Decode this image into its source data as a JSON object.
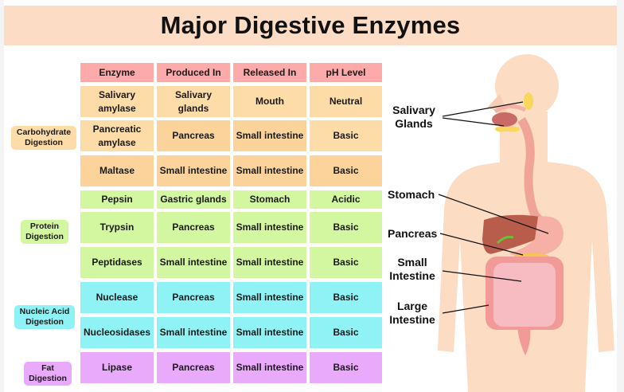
{
  "title": "Major Digestive Enzymes",
  "table": {
    "headers": [
      "Enzyme",
      "Produced In",
      "Released In",
      "pH Level"
    ],
    "rows": [
      [
        "Salivary amylase",
        "Salivary glands",
        "Mouth",
        "Neutral"
      ],
      [
        "Pancreatic amylase",
        "Pancreas",
        "Small intestine",
        "Basic"
      ],
      [
        "Maltase",
        "Small intestine",
        "Small intestine",
        "Basic"
      ],
      [
        "Pepsin",
        "Gastric glands",
        "Stomach",
        "Acidic"
      ],
      [
        "Trypsin",
        "Pancreas",
        "Small intestine",
        "Basic"
      ],
      [
        "Peptidases",
        "Small intestine",
        "Small intestine",
        "Basic"
      ],
      [
        "Nuclease",
        "Pancreas",
        "Small intestine",
        "Basic"
      ],
      [
        "Nucleosidases",
        "Small intestine",
        "Small intestine",
        "Basic"
      ],
      [
        "Lipase",
        "Pancreas",
        "Small intestine",
        "Basic"
      ]
    ]
  },
  "groups": [
    {
      "label": "Carbohydrate Digestion",
      "color": "#fddca8"
    },
    {
      "label": "Protein Digestion",
      "color": "#d3f7a0"
    },
    {
      "label": "Nucleic Acid Digestion",
      "color": "#8ff2f5"
    },
    {
      "label": "Fat Digestion",
      "color": "#eaaafb"
    }
  ],
  "organ_labels": {
    "salivary_glands": "Salivary Glands",
    "stomach": "Stomach",
    "pancreas": "Pancreas",
    "small_intestine": "Small Intestine",
    "large_intestine": "Large Intestine"
  },
  "colors": {
    "header": "#fdaaaa",
    "title_band": "#fddcc5"
  }
}
